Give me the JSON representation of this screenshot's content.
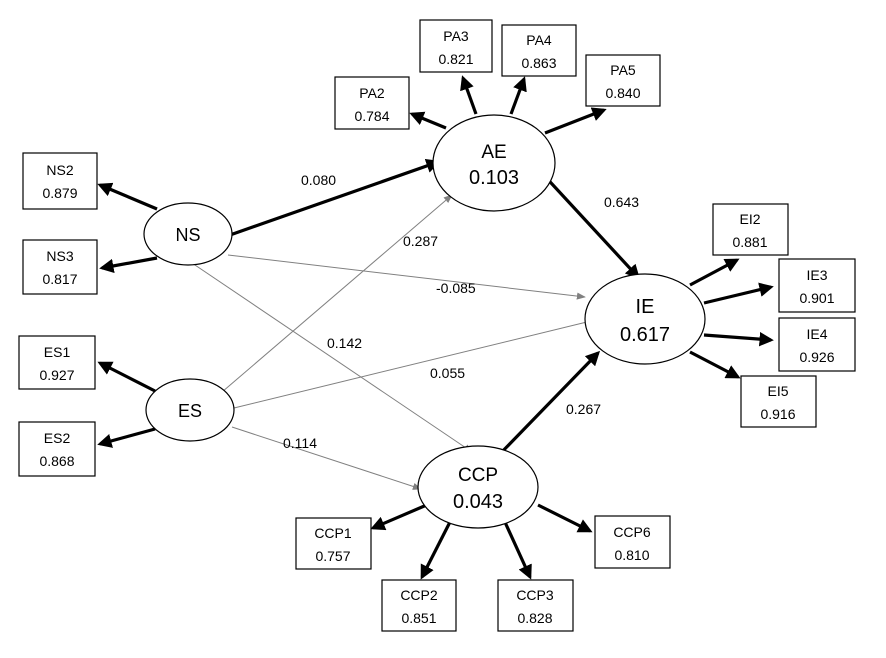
{
  "latents": {
    "NS": {
      "name": "NS",
      "r2": ""
    },
    "ES": {
      "name": "ES",
      "r2": ""
    },
    "AE": {
      "name": "AE",
      "r2": "0.103"
    },
    "IE": {
      "name": "IE",
      "r2": "0.617"
    },
    "CCP": {
      "name": "CCP",
      "r2": "0.043"
    }
  },
  "indicators": {
    "NS2": {
      "name": "NS2",
      "loading": "0.879"
    },
    "NS3": {
      "name": "NS3",
      "loading": "0.817"
    },
    "ES1": {
      "name": "ES1",
      "loading": "0.927"
    },
    "ES2": {
      "name": "ES2",
      "loading": "0.868"
    },
    "PA2": {
      "name": "PA2",
      "loading": "0.784"
    },
    "PA3": {
      "name": "PA3",
      "loading": "0.821"
    },
    "PA4": {
      "name": "PA4",
      "loading": "0.863"
    },
    "PA5": {
      "name": "PA5",
      "loading": "0.840"
    },
    "EI2": {
      "name": "EI2",
      "loading": "0.881"
    },
    "IE3": {
      "name": "IE3",
      "loading": "0.901"
    },
    "IE4": {
      "name": "IE4",
      "loading": "0.926"
    },
    "EI5": {
      "name": "EI5",
      "loading": "0.916"
    },
    "CCP1": {
      "name": "CCP1",
      "loading": "0.757"
    },
    "CCP2": {
      "name": "CCP2",
      "loading": "0.851"
    },
    "CCP3": {
      "name": "CCP3",
      "loading": "0.828"
    },
    "CCP6": {
      "name": "CCP6",
      "loading": "0.810"
    }
  },
  "paths": {
    "NS_AE": "0.080",
    "ES_AE": "0.287",
    "AE_IE": "0.643",
    "NS_IE": "-0.085",
    "NS_CCP": "0.142",
    "ES_IE": "0.055",
    "ES_CCP": "0.114",
    "CCP_IE": "0.267"
  }
}
